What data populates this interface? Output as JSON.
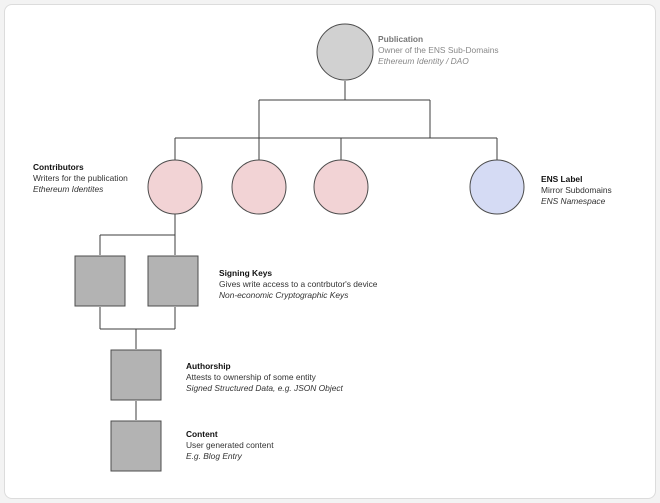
{
  "colors": {
    "publication": "#d1d1d1",
    "contributor": "#f2d3d5",
    "ens": "#d5dbf4",
    "square": "#b3b3b3",
    "stroke": "#4d4d4d",
    "line": "#3d3d3d"
  },
  "publication": {
    "title": "Publication",
    "desc": "Owner of the ENS Sub-Domains",
    "sub": "Ethereum Identity / DAO"
  },
  "contributors": {
    "title": "Contributors",
    "desc": "Writers for the publication",
    "sub": "Ethereum Identites"
  },
  "ens_label": {
    "title": "ENS Label",
    "desc": "Mirror Subdomains",
    "sub": "ENS Namespace"
  },
  "signing_keys": {
    "title": "Signing Keys",
    "desc": "Gives write access to a contrbutor's device",
    "sub": "Non-economic Cryptographic Keys"
  },
  "authorship": {
    "title": "Authorship",
    "desc": "Attests to ownership of some entity",
    "sub": "Signed Structured Data, e.g. JSON Object"
  },
  "content": {
    "title": "Content",
    "desc": "User generated content",
    "sub": "E.g. Blog Entry"
  }
}
